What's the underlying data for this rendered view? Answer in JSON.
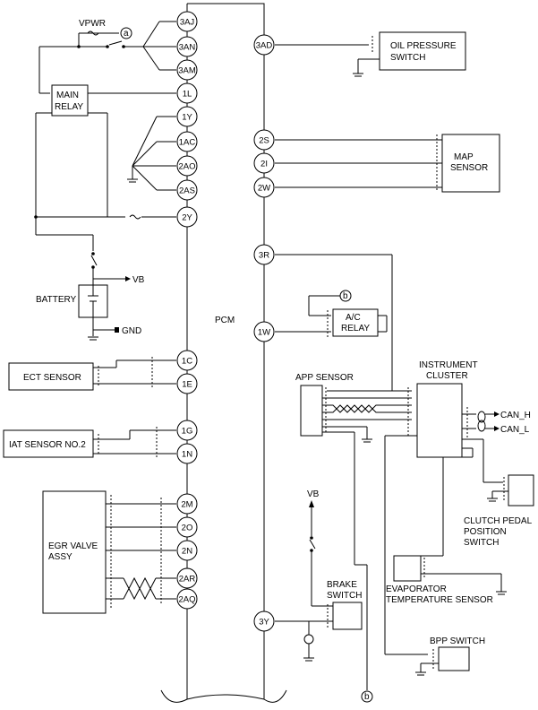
{
  "labels": {
    "pcm": "PCM",
    "vpwr": "VPWR",
    "main_relay_1": "MAIN",
    "main_relay_2": "RELAY",
    "vb": "VB",
    "battery": "BATTERY",
    "gnd": "GND",
    "ect_sensor": "ECT SENSOR",
    "iat_sensor": "IAT SENSOR NO.2",
    "egr_1": "EGR VALVE",
    "egr_2": "ASSY",
    "oil_1": "OIL PRESSURE",
    "oil_2": "SWITCH",
    "map_1": "MAP",
    "map_2": "SENSOR",
    "ac_1": "A/C",
    "ac_2": "RELAY",
    "app_sensor": "APP SENSOR",
    "ic_1": "INSTRUMENT",
    "ic_2": "CLUSTER",
    "can_h": "CAN_H",
    "can_l": "CAN_L",
    "clutch_1": "CLUTCH PEDAL",
    "clutch_2": "POSITION",
    "clutch_3": "SWITCH",
    "evap_1": "EVAPORATOR",
    "evap_2": "TEMPERATURE SENSOR",
    "vb2": "VB",
    "brake_1": "BRAKE",
    "brake_2": "SWITCH",
    "bpp_switch": "BPP SWITCH",
    "ref_a": "a",
    "ref_b": "b"
  },
  "pins": {
    "3AJ": "3AJ",
    "3AN": "3AN",
    "3AM": "3AM",
    "1L": "1L",
    "1Y": "1Y",
    "1AC": "1AC",
    "2AO": "2AO",
    "2AS": "2AS",
    "2Y": "2Y",
    "1C": "1C",
    "1E": "1E",
    "1G": "1G",
    "1N": "1N",
    "2M": "2M",
    "2O": "2O",
    "2N": "2N",
    "2AR": "2AR",
    "2AQ": "2AQ",
    "3AD": "3AD",
    "2S": "2S",
    "2I": "2I",
    "2W": "2W",
    "3R": "3R",
    "1W": "1W",
    "3Y": "3Y"
  }
}
